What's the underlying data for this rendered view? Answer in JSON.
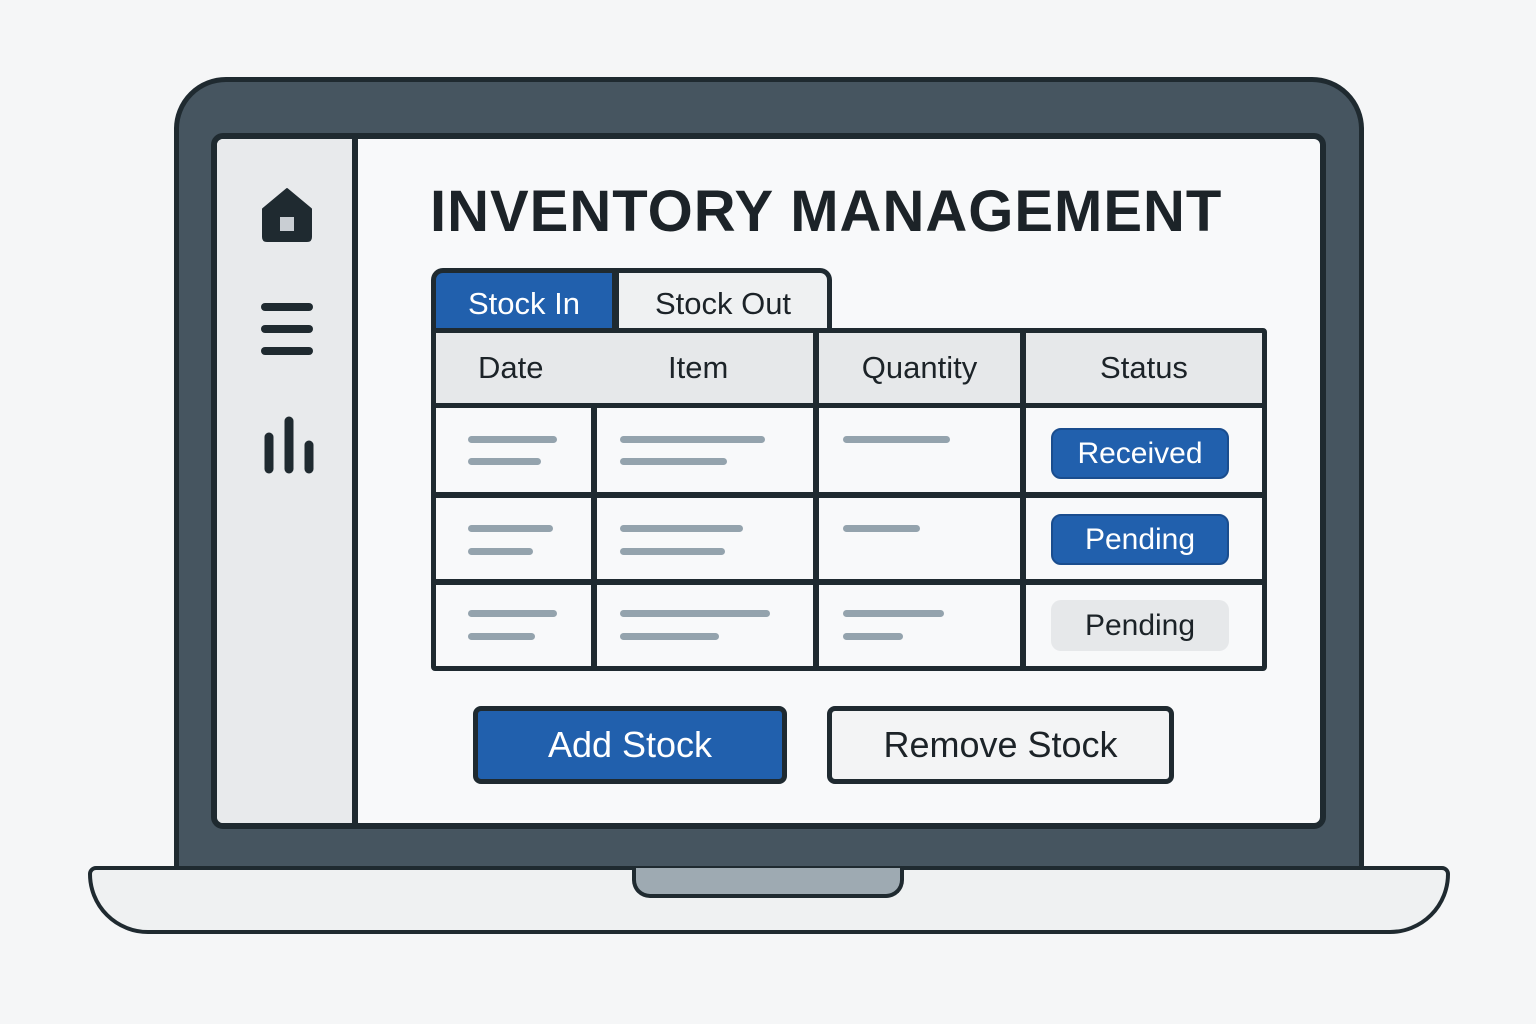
{
  "app": {
    "title": "INVENTORY MANAGEMENT"
  },
  "sidebar": {
    "icons": [
      "home-icon",
      "menu-icon",
      "bar-chart-icon"
    ]
  },
  "tabs": [
    {
      "label": "Stock In",
      "active": true
    },
    {
      "label": "Stock Out",
      "active": false
    }
  ],
  "table": {
    "headers": [
      "Date",
      "Item",
      "Quantity",
      "Status"
    ],
    "rows": [
      {
        "status": "Received"
      },
      {
        "status": "Pending"
      },
      {
        "status": "Pending"
      }
    ]
  },
  "actions": {
    "add": "Add Stock",
    "remove": "Remove Stock"
  },
  "colors": {
    "accent": "#2160ad",
    "frame": "#465560",
    "outline": "#1f2a30",
    "placeholder": "#94a3ad"
  }
}
